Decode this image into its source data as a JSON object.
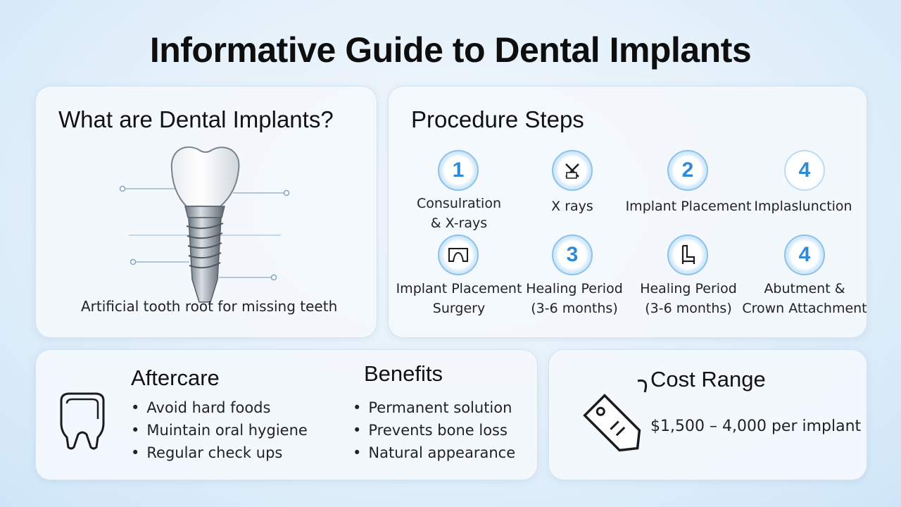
{
  "title": "Informative Guide to Dental Implants",
  "what": {
    "title": "What are Dental Implants?",
    "caption": "Artificial tooth root for missing teeth",
    "icon": "dental-implant-icon"
  },
  "procedure": {
    "title": "Procedure Steps",
    "row1": [
      {
        "badge": "1",
        "label_lines": [
          "Consulration",
          "& X-rays"
        ],
        "icon": "number-badge"
      },
      {
        "badge": "",
        "label_lines": [
          "X rays"
        ],
        "icon": "xray-icon"
      },
      {
        "badge": "2",
        "label_lines": [
          "Implant Placement"
        ],
        "icon": "number-badge"
      },
      {
        "badge": "4",
        "label_lines": [
          "Implaslunction"
        ],
        "icon": "number-badge"
      }
    ],
    "row2": [
      {
        "badge": "",
        "label_lines": [
          "Implant Placement",
          "Surgery"
        ],
        "icon": "surgery-icon"
      },
      {
        "badge": "3",
        "label_lines": [
          "Healing Period",
          "(3-6 months)"
        ],
        "icon": "number-badge"
      },
      {
        "badge": "",
        "label_lines": [
          "Healing Period",
          "(3-6 months)"
        ],
        "icon": "chair-icon"
      },
      {
        "badge": "4",
        "label_lines": [
          "Abutment &",
          "Crown Attachment"
        ],
        "icon": "number-badge"
      }
    ]
  },
  "aftercare": {
    "title": "Aftercare",
    "items": [
      "Avoid hard foods",
      "Muintain oral hygiene",
      "Regular check ups"
    ],
    "icon": "tooth-outline-icon"
  },
  "benefits": {
    "title": "Benefits",
    "items": [
      "Permanent solution",
      "Prevents bone loss",
      "Natural appearance"
    ]
  },
  "cost": {
    "title": "Cost Range",
    "value": "$1,500 – 4,000 per implant",
    "icon": "price-tag-icon"
  },
  "colors": {
    "accent": "#2f8ad6",
    "circle_border": "#8cc3ec",
    "card_bg": "#f4f9fd"
  }
}
